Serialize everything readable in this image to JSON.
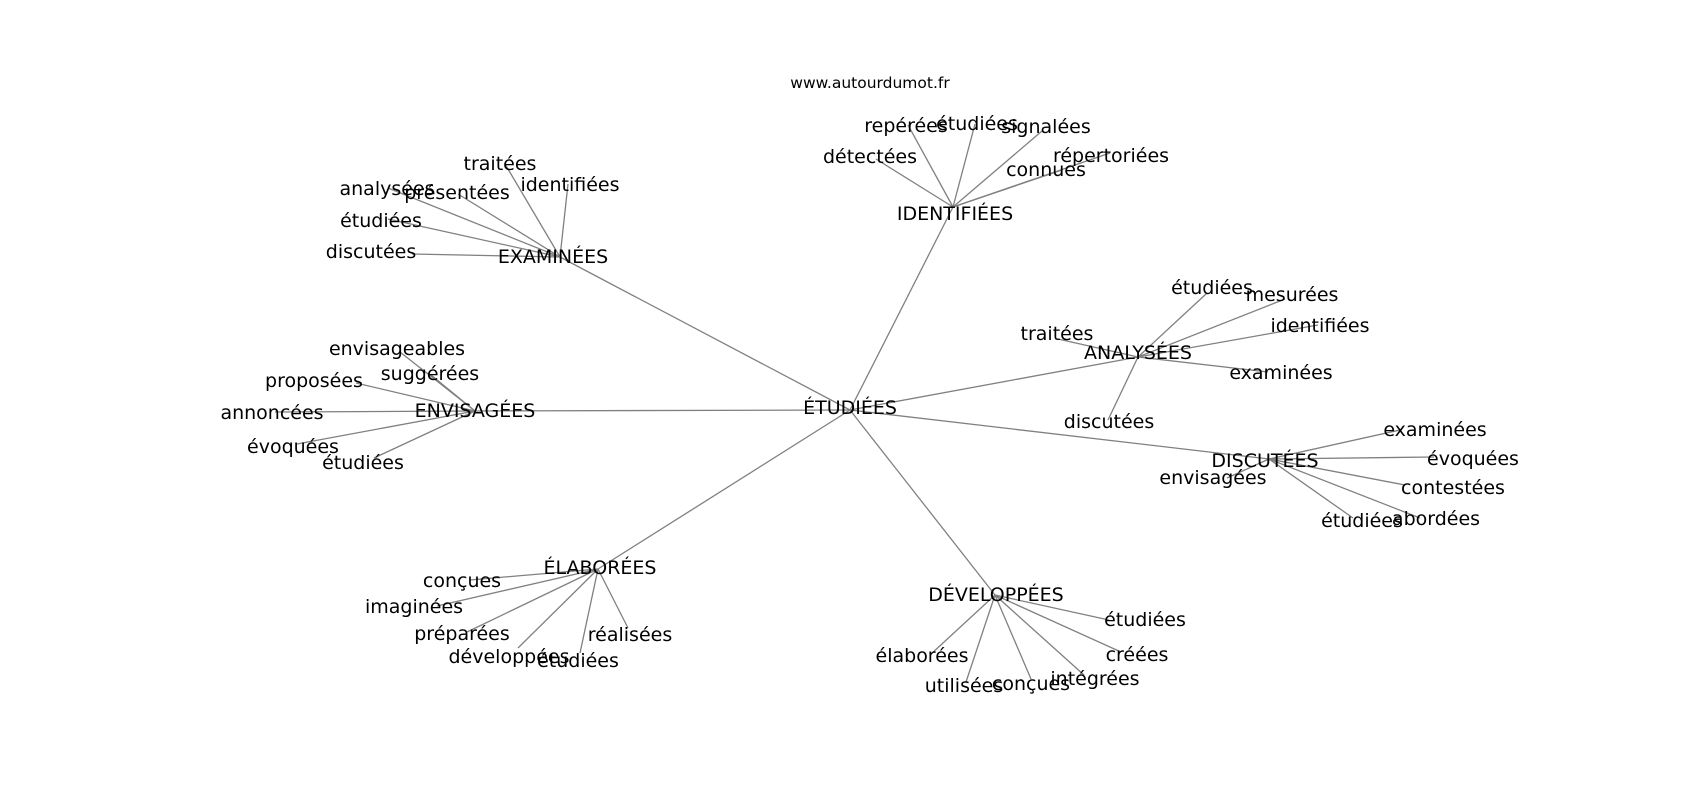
{
  "site_url": "www.autourdumot.fr",
  "center": {
    "label": "ÉTUDIÉES"
  },
  "groups": [
    {
      "id": "examinees",
      "label": "EXAMINÉES",
      "leaves": [
        "traitées",
        "identifiées",
        "analysées",
        "présentées",
        "étudiées",
        "discutées"
      ]
    },
    {
      "id": "identifiees",
      "label": "IDENTIFIÉES",
      "leaves": [
        "repérées",
        "étudiées",
        "signalées",
        "détectées",
        "répertoriées",
        "connues"
      ]
    },
    {
      "id": "analysees",
      "label": "ANALYSÉES",
      "leaves": [
        "étudiées",
        "mesurées",
        "identifiées",
        "traitées",
        "examinées",
        "discutées"
      ]
    },
    {
      "id": "envisagees",
      "label": "ENVISAGÉES",
      "leaves": [
        "envisageables",
        "proposées",
        "suggérées",
        "annoncées",
        "évoquées",
        "étudiées"
      ]
    },
    {
      "id": "discutees",
      "label": "DISCUTÉES",
      "leaves": [
        "examinées",
        "évoquées",
        "envisagées",
        "contestées",
        "abordées",
        "étudiées"
      ]
    },
    {
      "id": "elaborees",
      "label": "ÉLABORÉES",
      "leaves": [
        "conçues",
        "imaginées",
        "préparées",
        "réalisées",
        "développées",
        "étudiées"
      ]
    },
    {
      "id": "developpees",
      "label": "DÉVELOPPÉES",
      "leaves": [
        "étudiées",
        "élaborées",
        "créées",
        "intégrées",
        "utilisées",
        "conçues"
      ]
    }
  ]
}
